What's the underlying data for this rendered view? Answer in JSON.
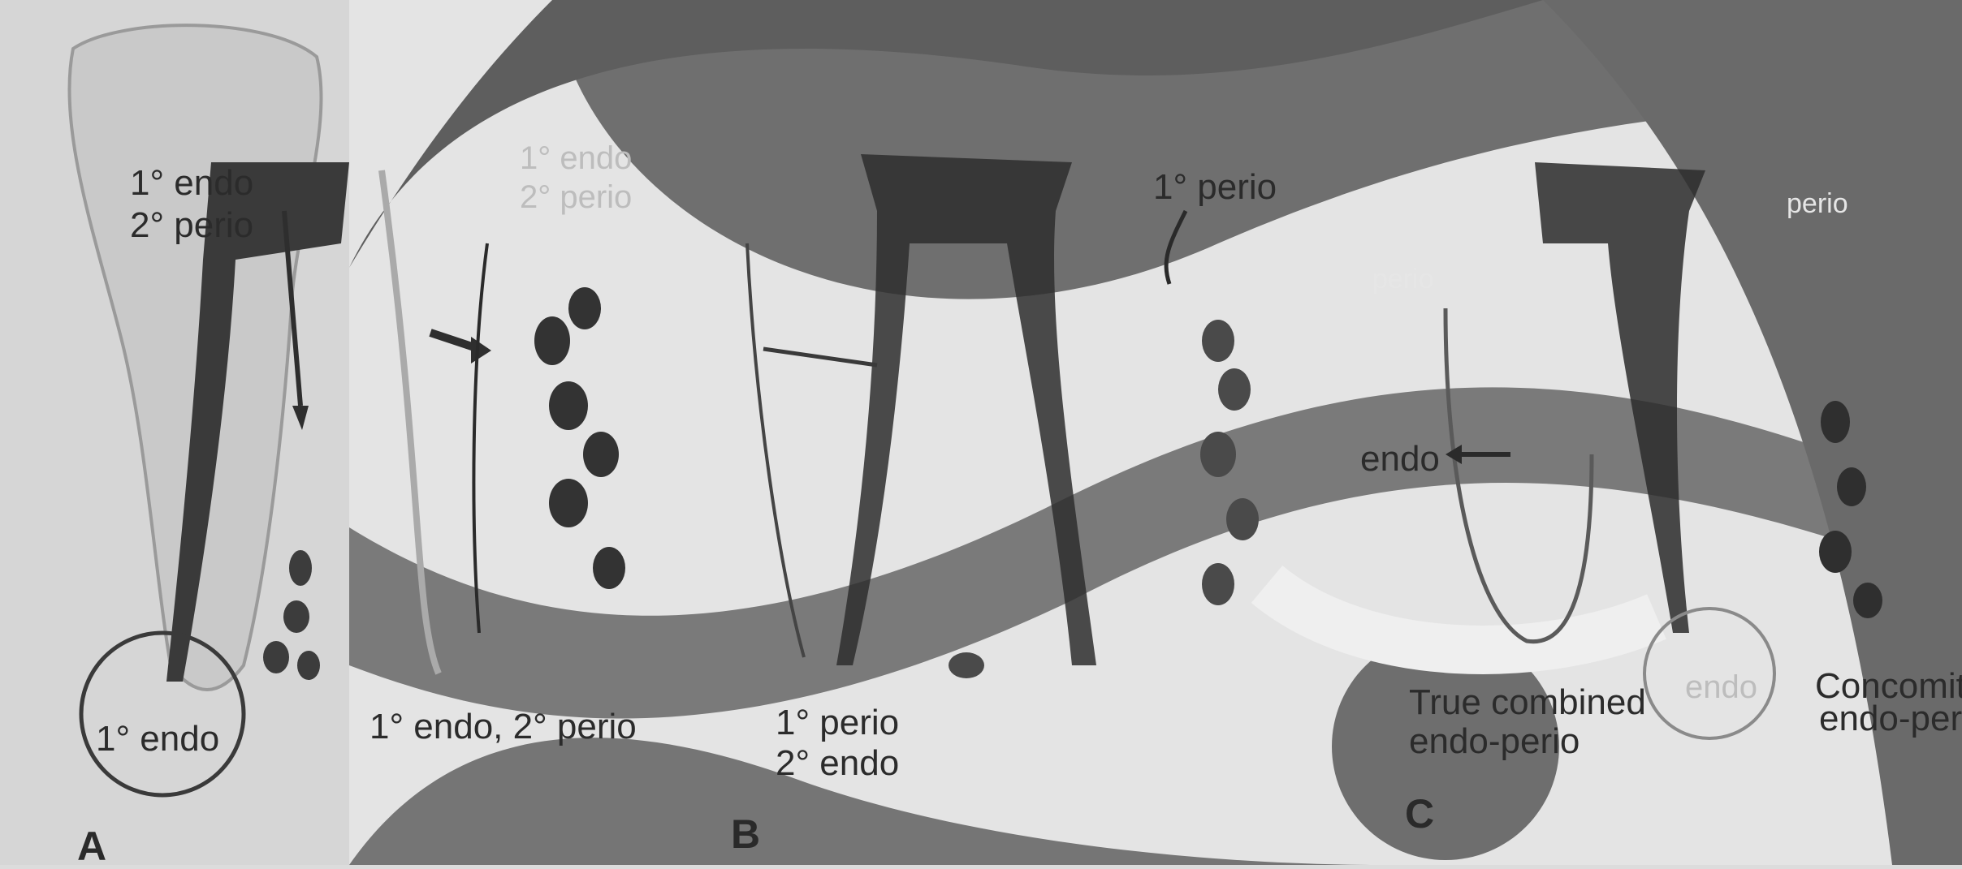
{
  "figure": {
    "panels": [
      {
        "letter": "A",
        "top_labels": [
          "1° endo",
          "2° perio"
        ],
        "bottom_labels": [
          "1° endo"
        ]
      },
      {
        "letter": "B",
        "labels_left_tooth": [
          "1° endo",
          "2° perio"
        ],
        "caption_left": "1° endo, 2° perio",
        "label_right_tooth": "1° perio",
        "caption_right": [
          "1° perio",
          "2° endo"
        ]
      },
      {
        "letter": "C",
        "labels": [
          "perio",
          "endo",
          "perio",
          "endo"
        ],
        "caption_left": [
          "True combined",
          "endo-perio"
        ],
        "caption_right": [
          "Concomitant",
          "endo-perio"
        ]
      }
    ],
    "colors": {
      "background": "#dcdcdc",
      "dark_band": "#6f6f6f",
      "ink": "#2b2b2b",
      "light_band": "#efefef"
    }
  }
}
